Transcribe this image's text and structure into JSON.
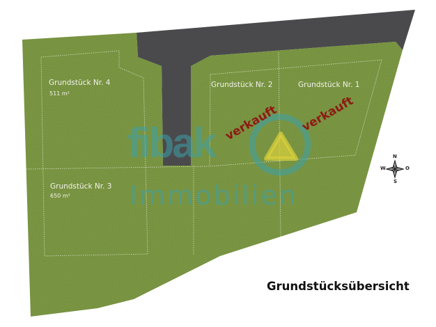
{
  "title": "Grundstücksübersicht",
  "plots": [
    {
      "label": "Grundstück Nr. 1",
      "status": "verkauft"
    },
    {
      "label": "Grundstück Nr. 2",
      "status": "verkauft"
    },
    {
      "label": "Grundstück Nr. 3",
      "area": "650 m²"
    },
    {
      "label": "Grundstück Nr. 4",
      "area": "511 m²"
    }
  ],
  "watermark": {
    "brand": "fibak",
    "sub": "Immobilien"
  },
  "compass": {
    "n": "N",
    "w": "W",
    "o": "O",
    "s": "S"
  },
  "colors": {
    "grass": "#6e8c36",
    "road": "#4a4a4c",
    "sold": "#8e1a14"
  }
}
